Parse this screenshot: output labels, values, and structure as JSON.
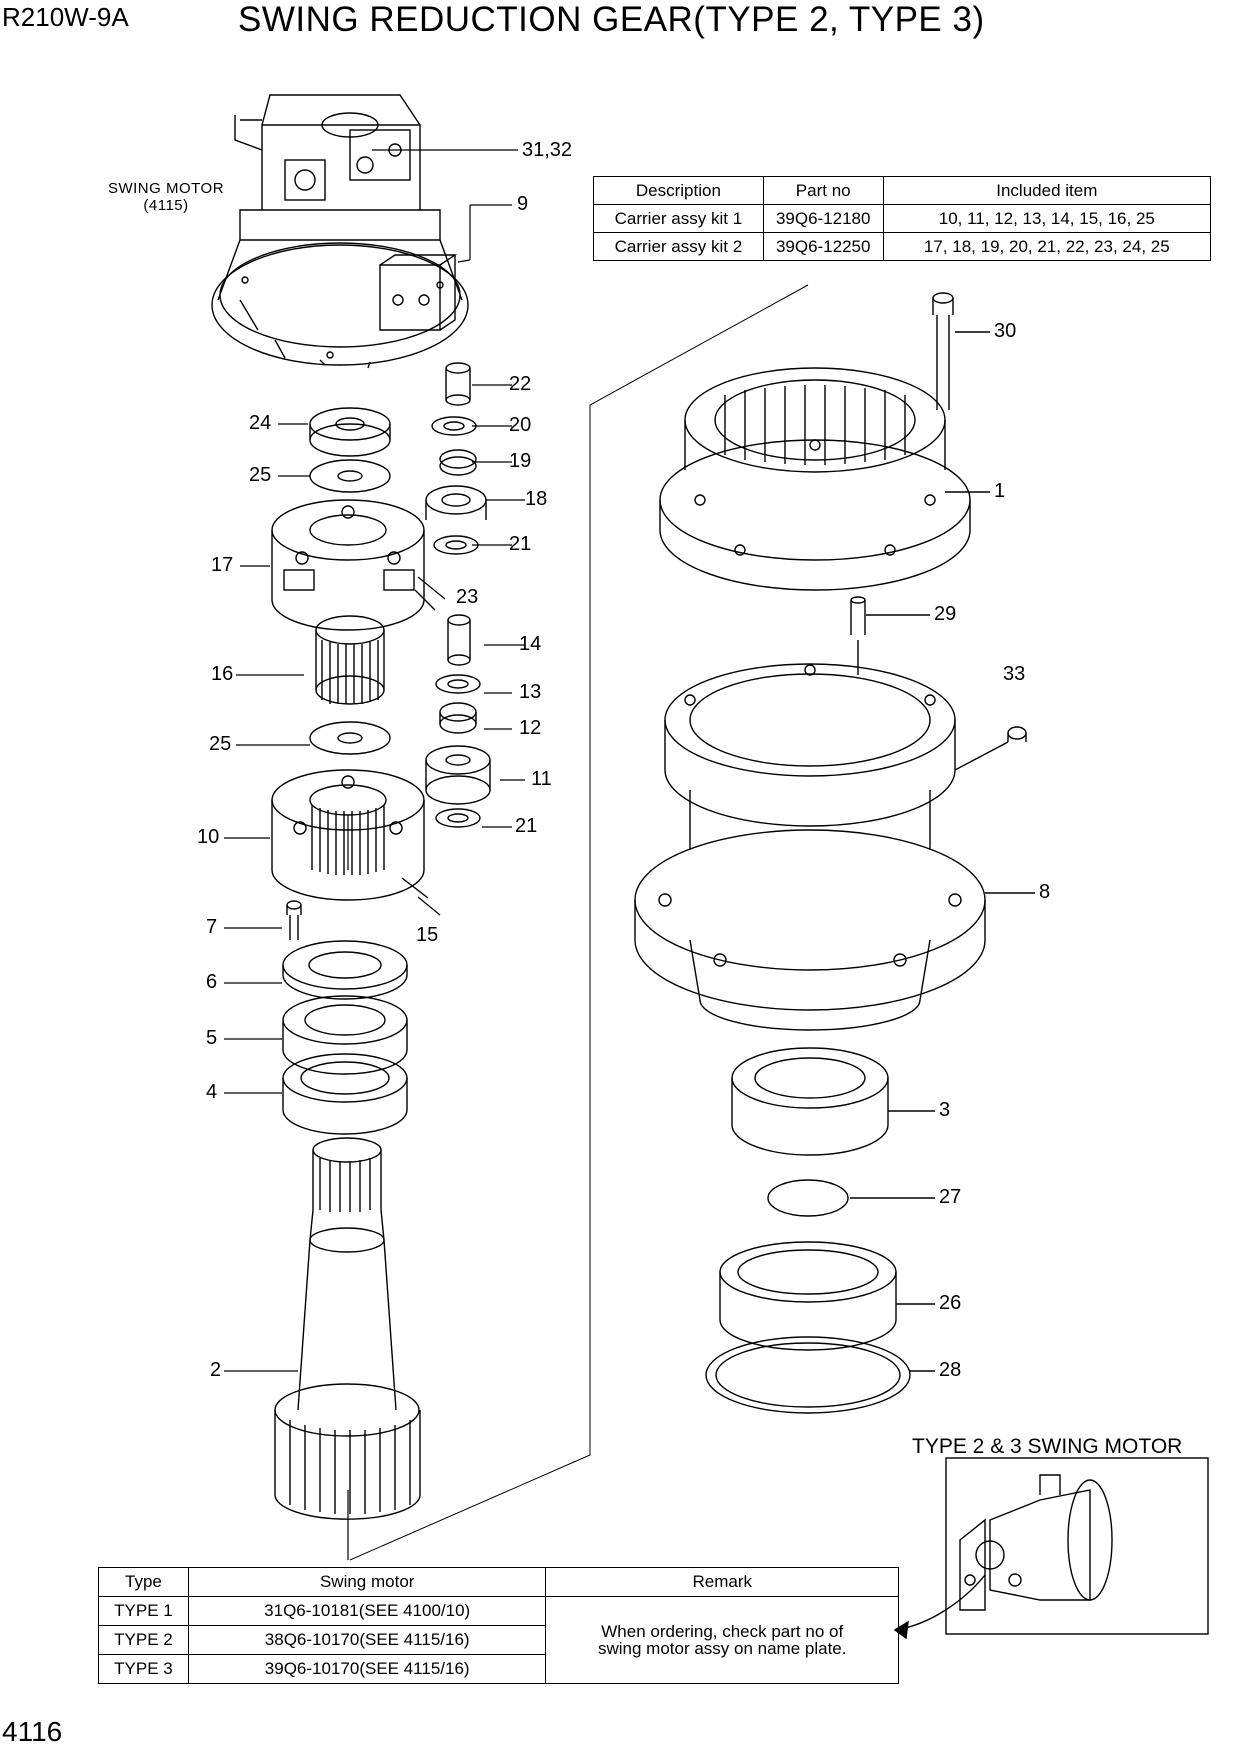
{
  "header": {
    "model": "R210W-9A",
    "title": "SWING REDUCTION GEAR(TYPE 2, TYPE 3)"
  },
  "swing_motor_label": {
    "line1": "SWING MOTOR",
    "line2": "(4115)"
  },
  "kit_table": {
    "headers": [
      "Description",
      "Part no",
      "Included item"
    ],
    "rows": [
      [
        "Carrier assy kit 1",
        "39Q6-12180",
        "10, 11, 12, 13, 14, 15, 16, 25"
      ],
      [
        "Carrier assy kit 2",
        "39Q6-12250",
        "17, 18, 19, 20, 21, 22, 23, 24, 25"
      ]
    ]
  },
  "type_table": {
    "headers": [
      "Type",
      "Swing motor",
      "Remark"
    ],
    "rows": [
      [
        "TYPE 1",
        "31Q6-10181(SEE 4100/10)"
      ],
      [
        "TYPE 2",
        "38Q6-10170(SEE 4115/16)"
      ],
      [
        "TYPE 3",
        "39Q6-10170(SEE 4115/16)"
      ]
    ],
    "remark_line1": "When ordering, check part no of",
    "remark_line2": "swing motor assy on name plate."
  },
  "inset_title": "TYPE 2 & 3 SWING MOTOR",
  "page_number": "4116",
  "callouts": {
    "c31_32": "31,32",
    "c9": "9",
    "c22": "22",
    "c24": "24",
    "c20": "20",
    "c25a": "25",
    "c19": "19",
    "c18": "18",
    "c17": "17",
    "c21a": "21",
    "c23": "23",
    "c14": "14",
    "c16": "16",
    "c13": "13",
    "c25b": "25",
    "c12": "12",
    "c11": "11",
    "c10": "10",
    "c21b": "21",
    "c7": "7",
    "c15": "15",
    "c6": "6",
    "c5": "5",
    "c4": "4",
    "c2": "2",
    "c30": "30",
    "c1": "1",
    "c29": "29",
    "c33": "33",
    "c8": "8",
    "c3": "3",
    "c27": "27",
    "c26": "26",
    "c28": "28"
  }
}
